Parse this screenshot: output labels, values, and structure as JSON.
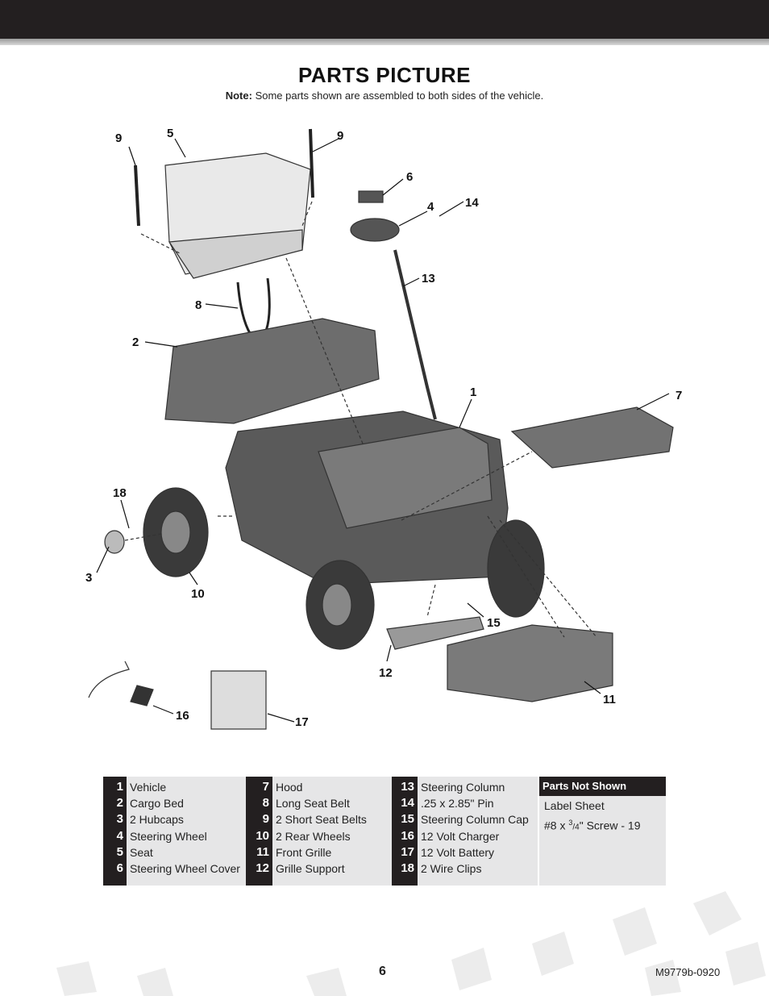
{
  "header": {
    "title": "PARTS PICTURE",
    "note_label": "Note:",
    "note_text": "Some parts shown are assembled to both sides of the vehicle."
  },
  "callouts": [
    "1",
    "2",
    "3",
    "4",
    "5",
    "6",
    "7",
    "8",
    "9",
    "9",
    "10",
    "11",
    "12",
    "13",
    "14",
    "15",
    "16",
    "17",
    "18"
  ],
  "parts": {
    "col1": {
      "numbers": [
        "1",
        "2",
        "3",
        "4",
        "5",
        "6"
      ],
      "names": [
        "Vehicle",
        "Cargo Bed",
        "2 Hubcaps",
        "Steering Wheel",
        "Seat",
        "Steering Wheel Cover"
      ]
    },
    "col2": {
      "numbers": [
        "7",
        "8",
        "9",
        "10",
        "11",
        "12"
      ],
      "names": [
        "Hood",
        "Long Seat Belt",
        "2 Short Seat Belts",
        "2 Rear Wheels",
        "Front Grille",
        "Grille Support"
      ]
    },
    "col3": {
      "numbers": [
        "13",
        "14",
        "15",
        "16",
        "17",
        "18"
      ],
      "names": [
        " Steering Column",
        ".25 x 2.85\" Pin",
        "Steering Column Cap",
        "12 Volt Charger",
        "12 Volt Battery",
        "2 Wire Clips"
      ]
    }
  },
  "not_shown": {
    "heading": "Parts Not Shown",
    "item1": "Label Sheet",
    "item2_pre": "#8 x ",
    "item2_sup": "3",
    "item2_sub": "/4",
    "item2_post": "\" Screw - 19"
  },
  "footer": {
    "page": "6",
    "code": "M9779b-0920"
  }
}
